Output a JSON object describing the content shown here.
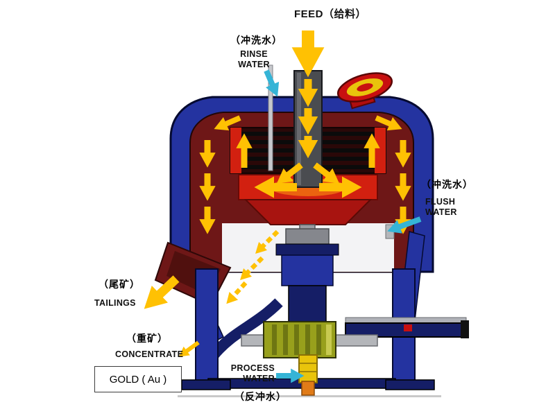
{
  "labels": {
    "feed": "FEED（给料）",
    "rinse_water": {
      "cn": "（冲洗水）",
      "en_line1": "RINSE",
      "en_line2": "WATER"
    },
    "flush_water": {
      "cn": "（冲洗水）",
      "en_line1": "FLUSH",
      "en_line2": "WATER"
    },
    "tailings": {
      "cn": "（尾矿）",
      "en": "TAILINGS"
    },
    "concentrate": {
      "cn": "（重矿）",
      "en": "CONCENTRATE"
    },
    "gold": "GOLD ( Au )",
    "process_water": {
      "en_line1": "PROCESS",
      "en_line2": "WATER"
    },
    "backwash": {
      "cn": "（反冲水）"
    }
  },
  "colors": {
    "flow_arrow": "#FFC103",
    "water_arrow": "#35B4D6",
    "machine_blue": "#2433A0",
    "machine_blue_dark": "#151E66",
    "machine_maroon": "#6E1717",
    "machine_red": "#D22010",
    "motor_green": "#98A01C",
    "spigot_yellow": "#E9C40C",
    "spigot_orange": "#E07B18",
    "label_text": "#111111"
  }
}
